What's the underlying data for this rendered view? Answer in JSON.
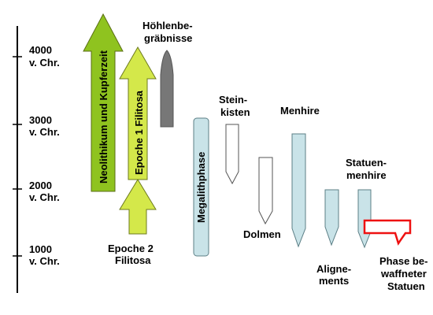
{
  "timeline": {
    "ticks": [
      {
        "line1": "4000",
        "line2": "v. Chr."
      },
      {
        "line1": "3000",
        "line2": "v. Chr."
      },
      {
        "line1": "2000",
        "line2": "v. Chr."
      },
      {
        "line1": "1000",
        "line2": "v. Chr."
      }
    ]
  },
  "arrows": {
    "neolithikum_label": "Neolithikum und Kupferzeit",
    "epoche1_label": "Epoche 1 Filitosa",
    "epoche2_line1": "Epoche 2",
    "epoche2_line2": "Filitosa"
  },
  "categories": {
    "hoehlen_line1": "Höhlenbe-",
    "hoehlen_line2": "gräbnisse",
    "megalith": "Megalithphase",
    "steinkisten_line1": "Stein-",
    "steinkisten_line2": "kisten",
    "dolmen": "Dolmen",
    "menhire": "Menhire",
    "alignements_line1": "Aligne-",
    "alignements_line2": "ments",
    "statuen_line1": "Statuen-",
    "statuen_line2": "menhire",
    "phase_line1": "Phase be-",
    "phase_line2": "waffneter",
    "phase_line3": "Statuen"
  },
  "colors": {
    "green_dark": "#8fc31f",
    "green_light": "#d4e84a",
    "gray_shape": "#777777",
    "light_blue": "#c9e3e8",
    "red_callout": "#ee1111"
  }
}
